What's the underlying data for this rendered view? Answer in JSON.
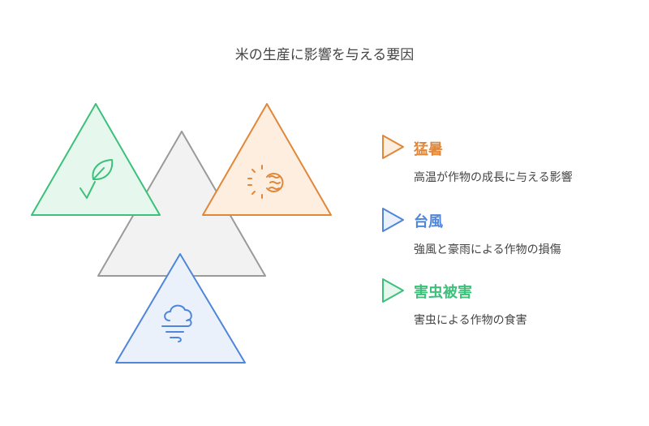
{
  "title": "米の生産に影響を与える要因",
  "colors": {
    "heat": "#E0873A",
    "typhoon": "#4F86D9",
    "pest": "#3CC07A",
    "center": "#9A9A9A"
  },
  "icons": {
    "center": "none",
    "pest": "leaf-icon",
    "heat": "sun-heat-icon",
    "typhoon": "cloud-wind-icon"
  },
  "items": [
    {
      "key": "heat",
      "heading": "猛暑",
      "description": "高温が作物の成長に与える影響"
    },
    {
      "key": "typhoon",
      "heading": "台風",
      "description": "強風と豪雨による作物の損傷"
    },
    {
      "key": "pest",
      "heading": "害虫被害",
      "description": "害虫による作物の食害"
    }
  ]
}
